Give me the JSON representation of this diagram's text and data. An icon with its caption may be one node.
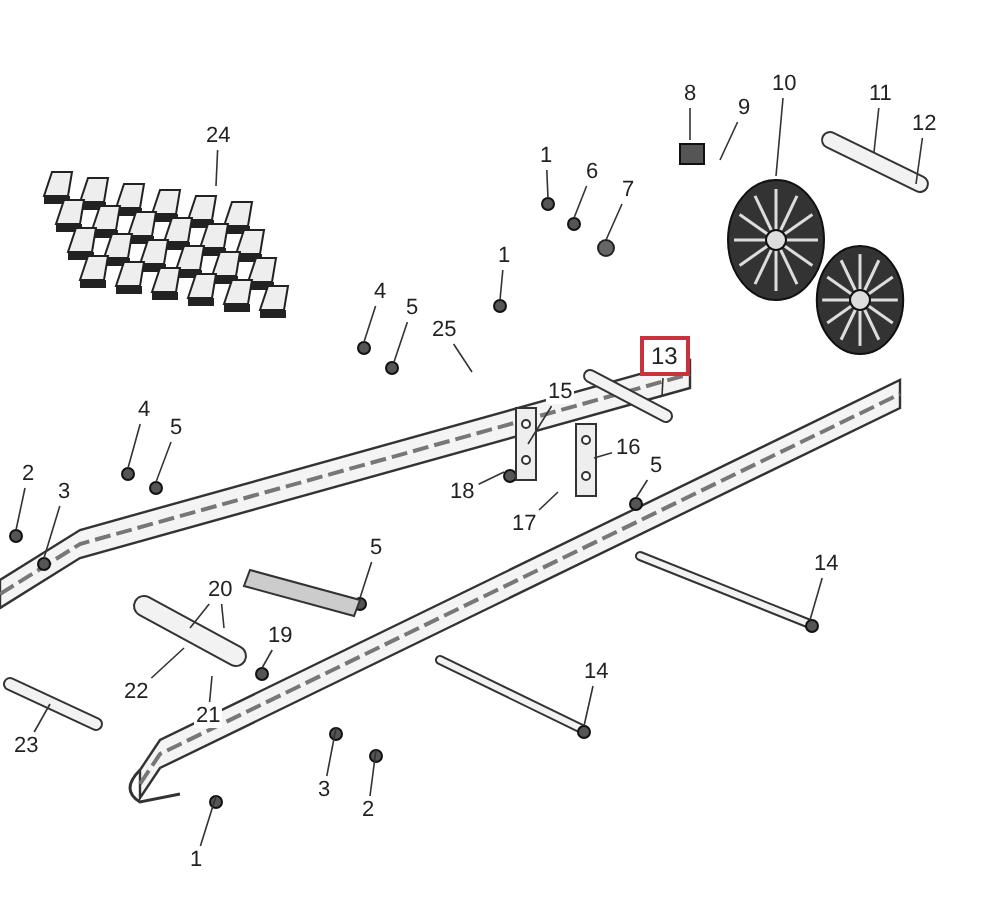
{
  "diagram": {
    "nodes": [
      {
        "text": [
          "24"
        ]
      },
      {
        "text": [
          "8"
        ]
      },
      {
        "text": [
          "9"
        ]
      },
      {
        "text": [
          "10"
        ]
      },
      {
        "text": [
          "11"
        ]
      },
      {
        "text": [
          "12"
        ]
      },
      {
        "text": [
          "1"
        ]
      },
      {
        "text": [
          "6"
        ]
      },
      {
        "text": [
          "7"
        ]
      },
      {
        "text": [
          "1"
        ]
      },
      {
        "text": [
          "4"
        ]
      },
      {
        "text": [
          "5"
        ]
      },
      {
        "text": [
          "25"
        ]
      },
      {
        "text": [
          "13"
        ]
      },
      {
        "text": [
          "4"
        ]
      },
      {
        "text": [
          "5"
        ]
      },
      {
        "text": [
          "2"
        ]
      },
      {
        "text": [
          "3"
        ]
      },
      {
        "text": [
          "15"
        ]
      },
      {
        "text": [
          "16"
        ]
      },
      {
        "text": [
          "18"
        ]
      },
      {
        "text": [
          "17"
        ]
      },
      {
        "text": [
          "5"
        ]
      },
      {
        "text": [
          "5"
        ]
      },
      {
        "text": [
          "20"
        ]
      },
      {
        "text": [
          "22"
        ]
      },
      {
        "text": [
          "19"
        ]
      },
      {
        "text": [
          "21"
        ]
      },
      {
        "text": [
          "23"
        ]
      },
      {
        "text": [
          "14"
        ]
      },
      {
        "text": [
          "14"
        ]
      },
      {
        "text": [
          "3"
        ]
      },
      {
        "text": [
          "2"
        ]
      },
      {
        "text": [
          "1"
        ]
      }
    ],
    "edges": [
      {
        "from": 0,
        "to": null,
        "arrow": "none"
      },
      {
        "from": 1,
        "to": null,
        "arrow": "none"
      },
      {
        "from": 2,
        "to": null,
        "arrow": "none"
      },
      {
        "from": 3,
        "to": null,
        "arrow": "none"
      },
      {
        "from": 4,
        "to": null,
        "arrow": "none"
      },
      {
        "from": 5,
        "to": null,
        "arrow": "none"
      },
      {
        "from": 6,
        "to": null,
        "arrow": "none"
      },
      {
        "from": 7,
        "to": null,
        "arrow": "none"
      },
      {
        "from": 8,
        "to": null,
        "arrow": "none"
      },
      {
        "from": 9,
        "to": null,
        "arrow": "none"
      },
      {
        "from": 10,
        "to": null,
        "arrow": "none"
      },
      {
        "from": 11,
        "to": null,
        "arrow": "none"
      },
      {
        "from": 12,
        "to": null,
        "arrow": "none"
      },
      {
        "from": 13,
        "to": null,
        "arrow": "none"
      },
      {
        "from": 14,
        "to": null,
        "arrow": "none"
      },
      {
        "from": 15,
        "to": null,
        "arrow": "none"
      },
      {
        "from": 16,
        "to": null,
        "arrow": "none"
      },
      {
        "from": 17,
        "to": null,
        "arrow": "none"
      },
      {
        "from": 18,
        "to": null,
        "arrow": "none"
      },
      {
        "from": 19,
        "to": null,
        "arrow": "none"
      },
      {
        "from": 20,
        "to": null,
        "arrow": "none"
      },
      {
        "from": 21,
        "to": null,
        "arrow": "none"
      },
      {
        "from": 22,
        "to": null,
        "arrow": "none"
      },
      {
        "from": 23,
        "to": null,
        "arrow": "none"
      },
      {
        "from": 24,
        "to": null,
        "arrow": "none"
      },
      {
        "from": 24,
        "to": null,
        "arrow": "none"
      },
      {
        "from": 25,
        "to": null,
        "arrow": "none"
      },
      {
        "from": 26,
        "to": null,
        "arrow": "none"
      },
      {
        "from": 27,
        "to": null,
        "arrow": "none"
      },
      {
        "from": 28,
        "to": null,
        "arrow": "none"
      },
      {
        "from": 29,
        "to": null,
        "arrow": "none"
      },
      {
        "from": 30,
        "to": null,
        "arrow": "none"
      },
      {
        "from": 31,
        "to": null,
        "arrow": "none"
      },
      {
        "from": 32,
        "to": null,
        "arrow": "none"
      },
      {
        "from": 33,
        "to": null,
        "arrow": "none"
      }
    ]
  }
}
